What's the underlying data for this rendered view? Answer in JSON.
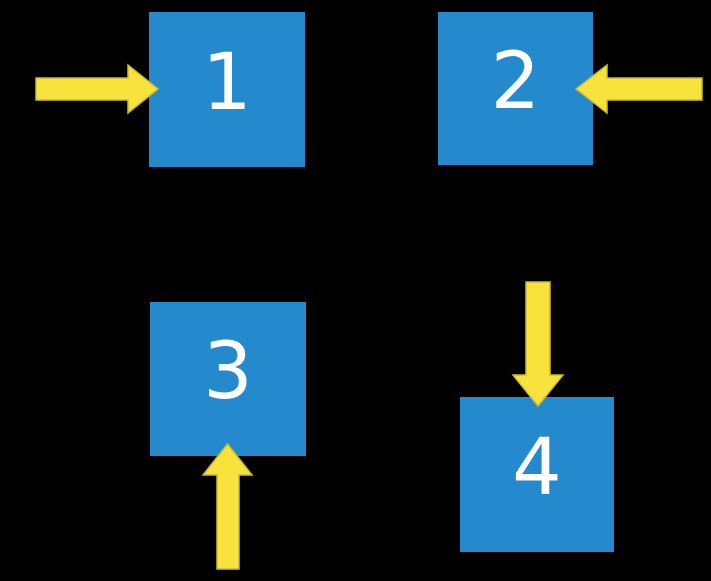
{
  "colors": {
    "background": "#000000",
    "square_fill": "#2589CE",
    "square_number": "#FFFFFF",
    "arrow_fill": "#F8E33C",
    "arrow_outline": "#CDBB2F"
  },
  "squares": [
    {
      "label": "1",
      "position": "top-left",
      "arrow": {
        "direction": "right",
        "enters_from": "left side"
      }
    },
    {
      "label": "2",
      "position": "top-right",
      "arrow": {
        "direction": "left",
        "enters_from": "right side"
      }
    },
    {
      "label": "3",
      "position": "bottom-left",
      "arrow": {
        "direction": "up",
        "enters_from": "bottom side"
      }
    },
    {
      "label": "4",
      "position": "bottom-right",
      "arrow": {
        "direction": "down",
        "enters_from": "top side"
      }
    }
  ]
}
